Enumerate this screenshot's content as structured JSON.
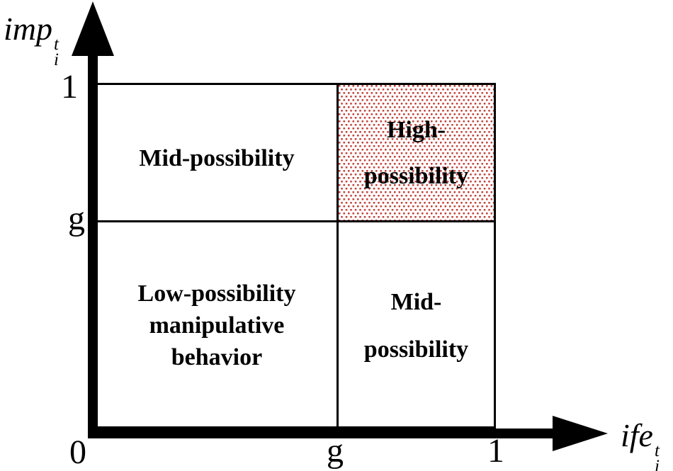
{
  "diagram": {
    "y_axis": {
      "label": {
        "base": "imp",
        "sup": "t",
        "sub": "i"
      },
      "ticks": {
        "top": "1",
        "mid": "g",
        "origin": "0"
      }
    },
    "x_axis": {
      "label": {
        "base": "ife",
        "sup": "t",
        "sub": "i"
      },
      "ticks": {
        "mid": "g",
        "right": "1"
      }
    },
    "quadrants": {
      "top_left": {
        "lines": [
          "Mid-possibility"
        ]
      },
      "top_right": {
        "lines": [
          "High-",
          "possibility"
        ],
        "highlighted": true
      },
      "bottom_left": {
        "lines": [
          "Low-possibility",
          "manipulative",
          "behavior"
        ]
      },
      "bottom_right": {
        "lines": [
          "Mid-",
          "possibility"
        ]
      }
    },
    "colors": {
      "dot_fill": "#c0403a",
      "line": "#000000",
      "background": "#ffffff"
    }
  }
}
